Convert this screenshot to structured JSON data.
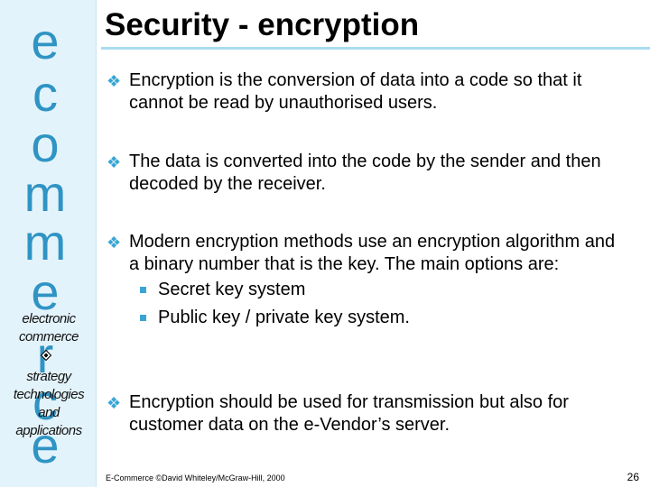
{
  "sidebar": {
    "letters": [
      "e",
      "c",
      "o",
      "m",
      "m",
      "e",
      "r",
      "c",
      "e"
    ],
    "phrase_top": [
      "electronic",
      "commerce"
    ],
    "phrase_bottom": [
      "strategy",
      "technologies",
      "and",
      "applications"
    ],
    "diamond_icon": "diamond-icon",
    "accent_color": "#2f94c4"
  },
  "title": "Security - encryption",
  "bullets": [
    {
      "text": "Encryption is the conversion of data into a code so that it cannot be read by unauthorised users."
    },
    {
      "text": "The data is converted into the code by the sender and then decoded by the receiver."
    },
    {
      "text": "Modern encryption methods use an encryption algorithm and a binary number that is the key.  The main options are:",
      "subitems": [
        "Secret key system",
        "Public key / private key system."
      ]
    },
    {
      "text": "Encryption should be used for transmission but also for customer data on the e-Vendor’s server."
    }
  ],
  "footer": "E-Commerce ©David Whiteley/McGraw-Hill, 2000",
  "page_number": "26"
}
